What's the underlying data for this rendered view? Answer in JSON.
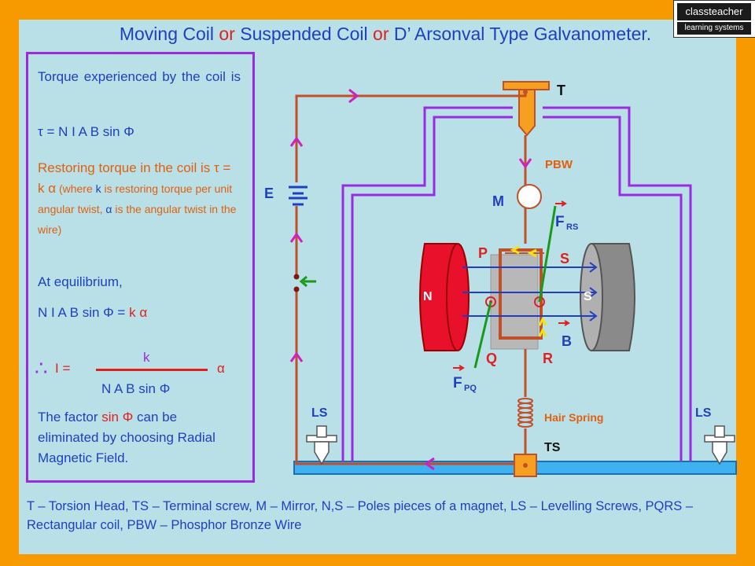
{
  "title": {
    "part1": "Moving Coil ",
    "or1": "or",
    "part2": " Suspended Coil ",
    "or2": "or",
    "part3": " D’ Arsonval Type Galvanometer."
  },
  "logo": {
    "line1": "classteacher",
    "line2": "learning systems"
  },
  "text": {
    "torque_intro": "Torque experienced by the coil is",
    "torque_eq": "τ = N I A B sin Φ",
    "restoring_a": "Restoring torque in the coil is ",
    "restoring_eq": "τ = k α",
    "restoring_note_open": " (where ",
    "restoring_k": "k",
    "restoring_note_1": " is restoring torque per unit angular twist, ",
    "restoring_alpha": "α",
    "restoring_note_2": " is the angular twist in the wire)",
    "equilibrium": "At equilibrium,",
    "eq_lhs": "N I A B sin Φ = ",
    "eq_rhs": "k α",
    "therefore": "∴",
    "I_eq": "I =",
    "frac_num": "k",
    "frac_den": "N A B sin Φ",
    "frac_alpha": "α",
    "factor_a": "The factor ",
    "factor_sin": "sin Φ",
    "factor_b": " can be eliminated by choosing Radial Magnetic Field."
  },
  "diagram": {
    "T": "T",
    "PBW": "PBW",
    "M": "M",
    "E": "E",
    "FRS": "F",
    "FRS_sub": "RS",
    "P": "P",
    "S_coil": "S",
    "N_pole": "N",
    "S_pole": "S",
    "B": "B",
    "Q": "Q",
    "R": "R",
    "FPQ": "F",
    "FPQ_sub": "PQ",
    "LS_left": "LS",
    "LS_right": "LS",
    "hair_spring": "Hair Spring",
    "TS": "TS"
  },
  "footer": "T – Torsion Head,   TS – Terminal screw,    M – Mirror,    N,S – Poles pieces of a magnet,  LS – Levelling Screws,   PQRS – Rectangular coil,  PBW – Phosphor Bronze Wire",
  "colors": {
    "background": "#f79a00",
    "panel": "#b9e0e6",
    "title": "#1f3fbf",
    "accent_red": "#e02020",
    "frame_purple": "#9b2be3",
    "wire": "#c0502a",
    "field": "#1f3fbf"
  }
}
